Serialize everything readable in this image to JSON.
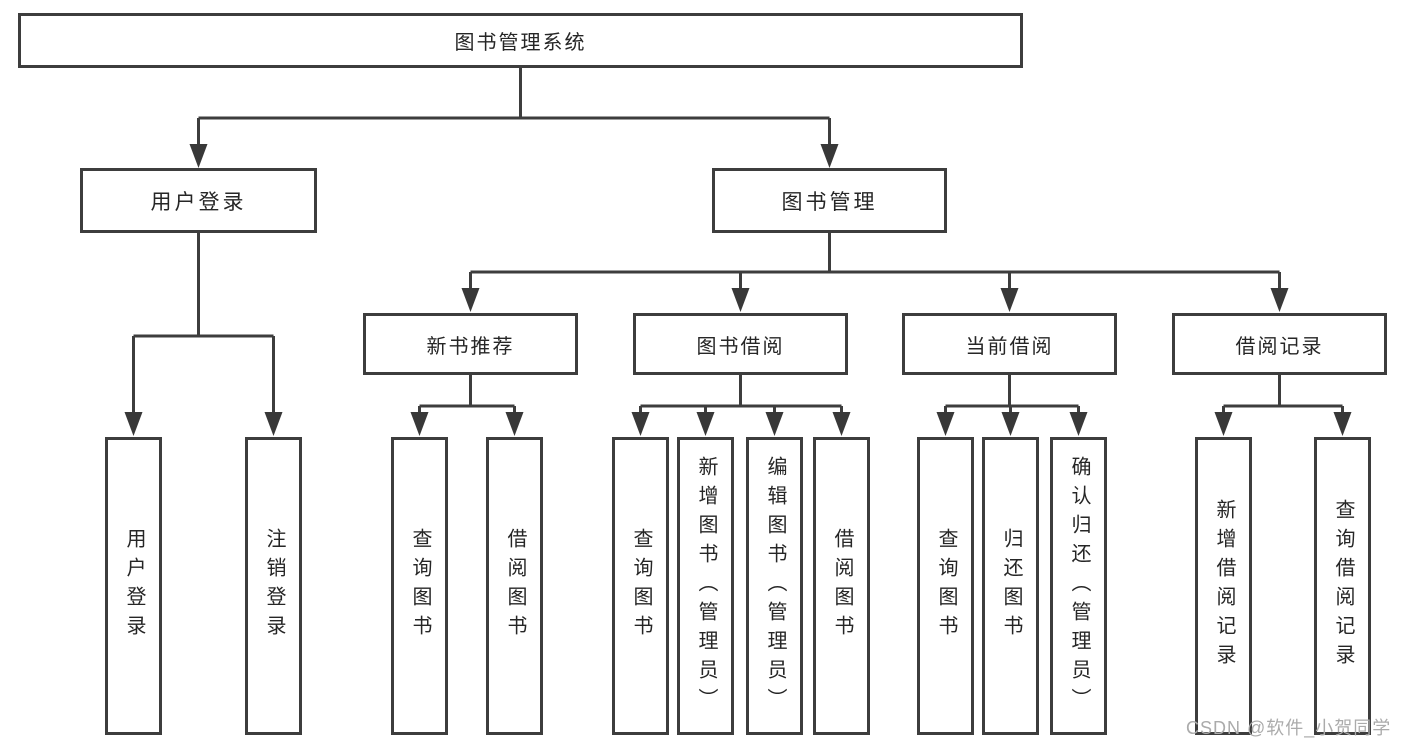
{
  "watermark": "CSDN @软件_小贺同学",
  "colors": {
    "line": "#3d3d3d",
    "border": "#3d3d3d",
    "text": "#262626",
    "watermark": "#ababab",
    "background": "#ffffff"
  },
  "tree": {
    "root": {
      "label": "图书管理系统"
    },
    "login": {
      "label": "用户登录",
      "children": [
        {
          "label": "用户登录"
        },
        {
          "label": "注销登录"
        }
      ]
    },
    "manage": {
      "label": "图书管理",
      "sections": [
        {
          "label": "新书推荐",
          "children": [
            {
              "label": "查询图书"
            },
            {
              "label": "借阅图书"
            }
          ]
        },
        {
          "label": "图书借阅",
          "children": [
            {
              "label": "查询图书"
            },
            {
              "label": "新增图书（管理员）"
            },
            {
              "label": "编辑图书（管理员）"
            },
            {
              "label": "借阅图书"
            }
          ]
        },
        {
          "label": "当前借阅",
          "children": [
            {
              "label": "查询图书"
            },
            {
              "label": "归还图书"
            },
            {
              "label": "确认归还（管理员）"
            }
          ]
        },
        {
          "label": "借阅记录",
          "children": [
            {
              "label": "新增借阅记录"
            },
            {
              "label": "查询借阅记录"
            }
          ]
        }
      ]
    }
  }
}
